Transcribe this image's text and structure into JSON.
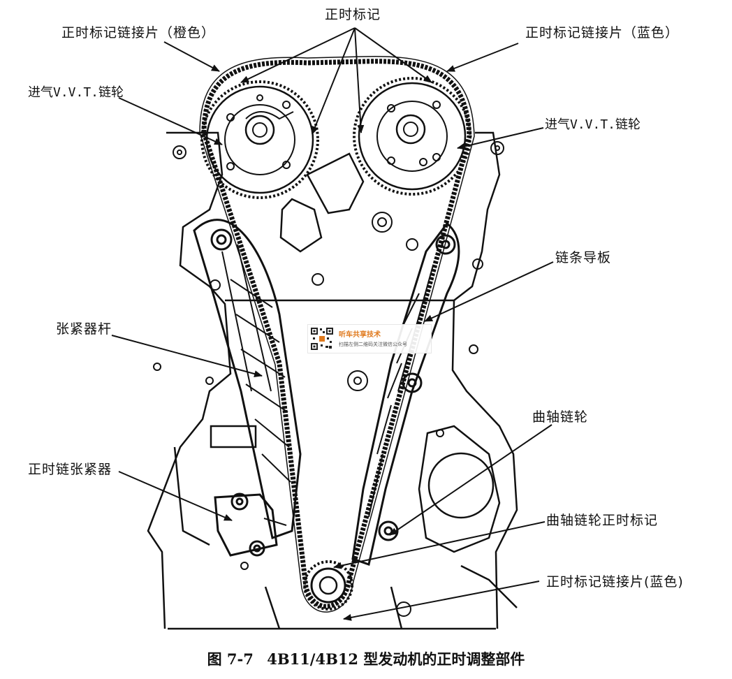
{
  "labels": {
    "timing_mark": "正时标记",
    "link_orange": "正时标记链接片（橙色）",
    "link_blue_top": "正时标记链接片（蓝色）",
    "intake_vvt_left": "进气V.V.T.链轮",
    "intake_vvt_right": "进气V.V.T.链轮",
    "chain_guide": "链条导板",
    "tensioner_lever": "张紧器杆",
    "crank_sprocket": "曲轴链轮",
    "timing_chain_tensioner": "正时链张紧器",
    "crank_sprocket_mark": "曲轴链轮正时标记",
    "link_blue_bottom": "正时标记链接片(蓝色)"
  },
  "caption": {
    "number": "图 7-7",
    "text": "4B11/4B12 型发动机的正时调整部件"
  },
  "watermark": {
    "title": "听车共享技术",
    "subtitle": "扫描左侧二维码关注微信公众号",
    "accent_color": "#e07a1e"
  }
}
